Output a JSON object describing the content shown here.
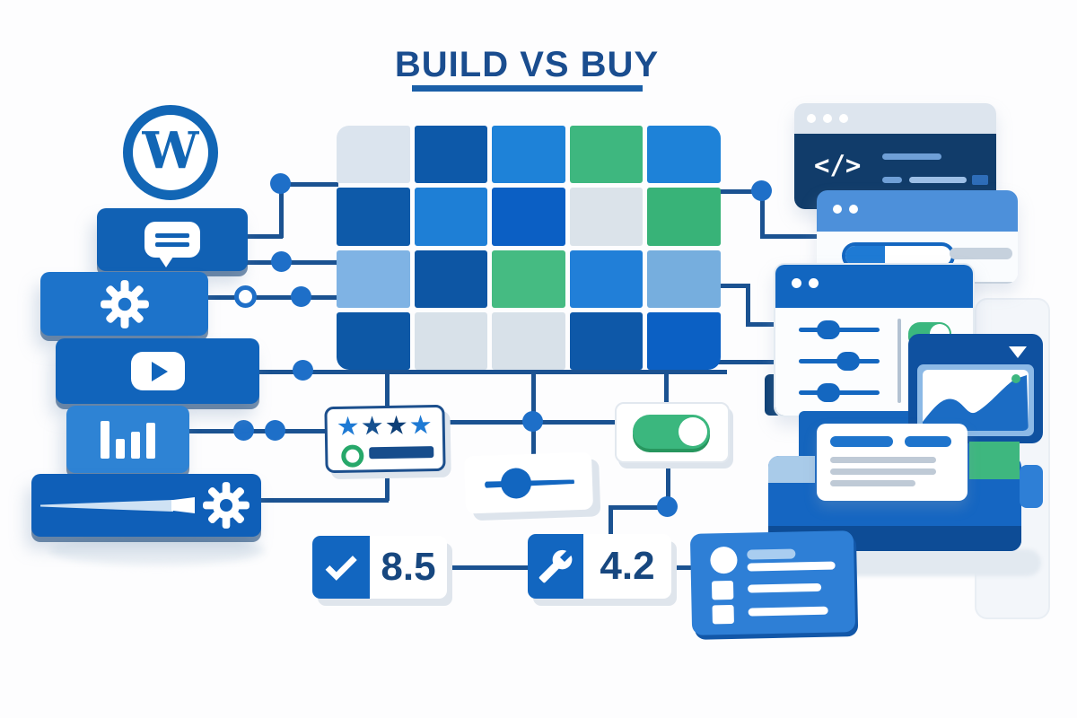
{
  "title": {
    "text": "BUILD VS BUY"
  },
  "logo": {
    "name": "wordpress",
    "letter": "W"
  },
  "matrix": {
    "rows": 4,
    "cols": 5,
    "cells": [
      [
        "#dbe4ee",
        "#0d59a9",
        "#1e82d8",
        "#3eb77f",
        "#1e82d8"
      ],
      [
        "#0e5aa9",
        "#1e7fd6",
        "#0b5fc4",
        "#dbe3ea",
        "#38b378"
      ],
      [
        "#7fb3e4",
        "#0d56a4",
        "#45bb82",
        "#217fd8",
        "#76aede"
      ],
      [
        "#0d58a6",
        "#d8e1e9",
        "#d8e1e9",
        "#0e58a8",
        "#0b60c4"
      ]
    ]
  },
  "plugin_buttons": [
    {
      "icon": "chat-icon"
    },
    {
      "icon": "gear-icon"
    },
    {
      "icon": "play-icon"
    },
    {
      "icon": "bar-chart-icon"
    },
    {
      "icon": "pencil-gear-icon"
    }
  ],
  "rating": {
    "stars": [
      "#1e7ad4",
      "#15508f",
      "#0e3f77",
      "#1e7ad4"
    ]
  },
  "code_window": {
    "glyph": "</>"
  },
  "scores": {
    "build": {
      "icon": "check",
      "value": "8.5"
    },
    "buy": {
      "icon": "wrench",
      "value": "4.2"
    }
  },
  "colors": {
    "accent_blue": "#1266c0",
    "dark_navy": "#1a4d8f",
    "green": "#3bb77e",
    "line": "#1b5291"
  }
}
